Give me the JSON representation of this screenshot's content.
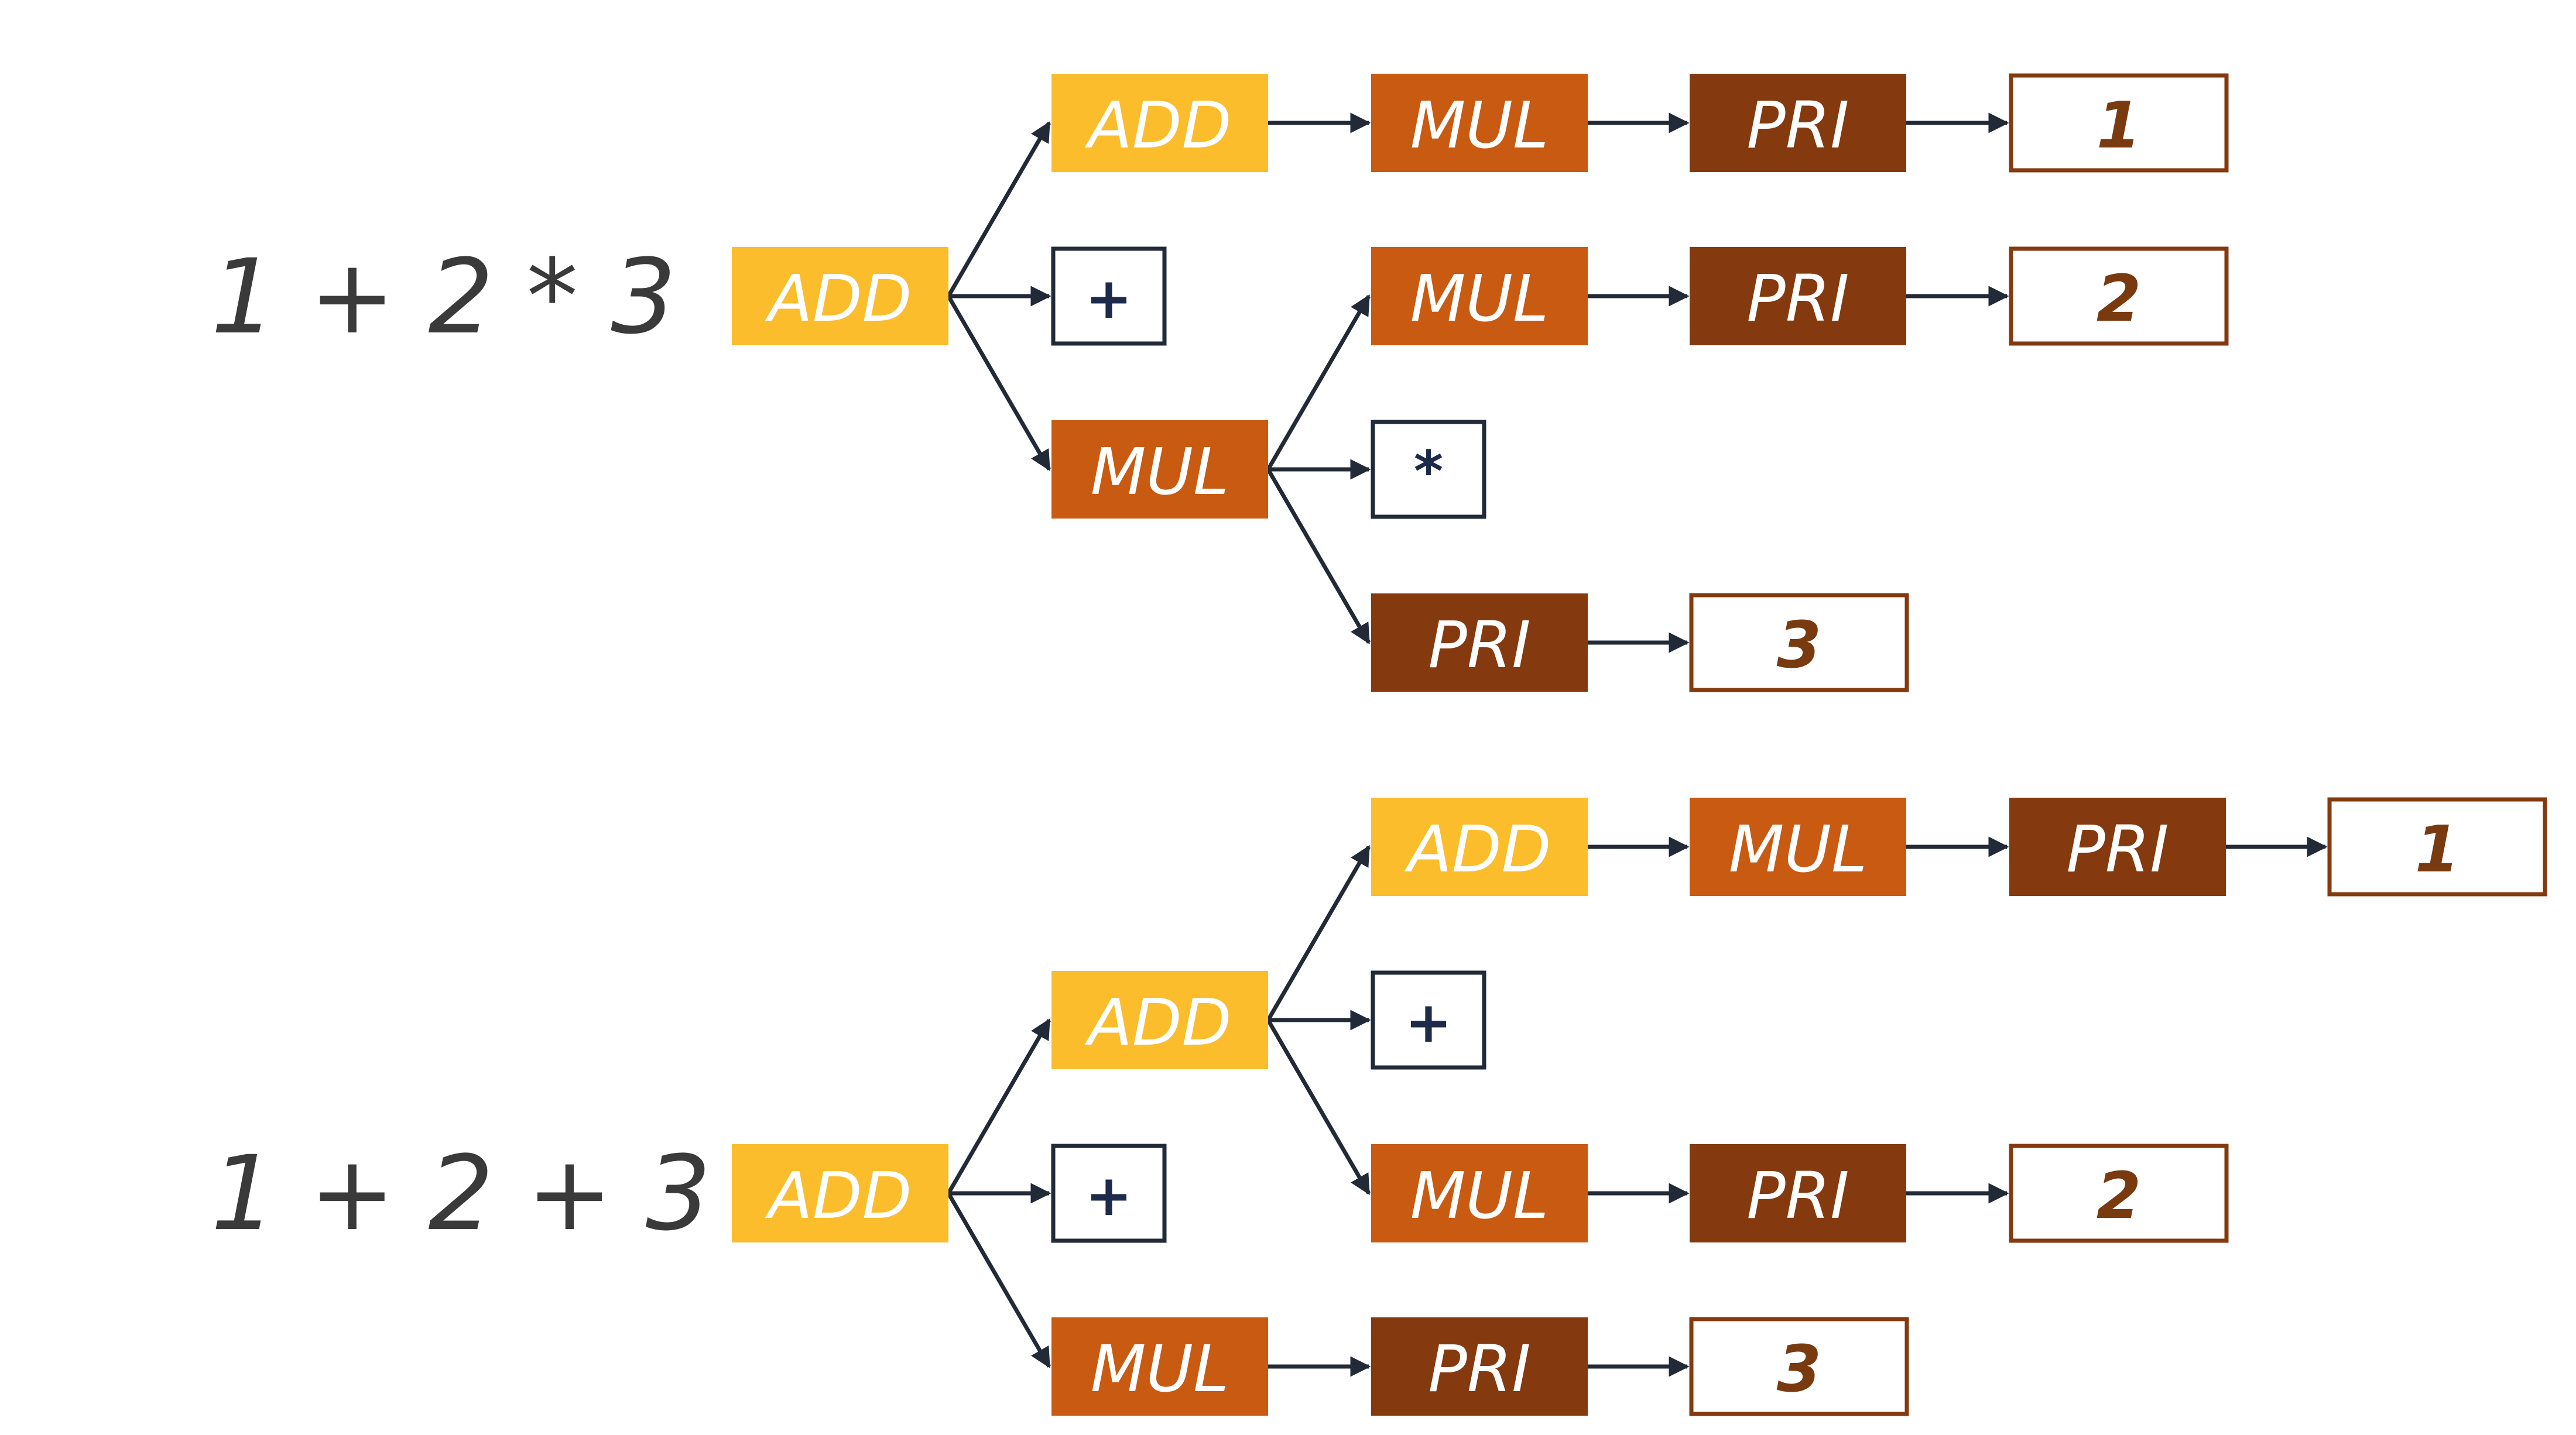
{
  "colors": {
    "ADD": "#fbbd2c",
    "MUL": "#c85a12",
    "PRI": "#84390e",
    "value_border": "#84390e",
    "value_text": "#7a3a10",
    "op_border": "#222a38",
    "op_text": "#1e2a4a",
    "edge": "#222a38"
  },
  "trees": [
    {
      "expression": "1 + 2 * 3",
      "nodes": [
        {
          "id": "a1",
          "kind": "ADD",
          "label": "ADD",
          "col": 0,
          "row": 1
        },
        {
          "id": "a2",
          "kind": "ADD",
          "label": "ADD",
          "col": 1,
          "row": 0
        },
        {
          "id": "m1",
          "kind": "MUL",
          "label": "MUL",
          "col": 2,
          "row": 0
        },
        {
          "id": "p1",
          "kind": "PRI",
          "label": "PRI",
          "col": 3,
          "row": 0
        },
        {
          "id": "v1",
          "kind": "VAL",
          "label": "1",
          "col": 4,
          "row": 0
        },
        {
          "id": "o1",
          "kind": "OP",
          "label": "+",
          "col": 1,
          "row": 1
        },
        {
          "id": "m2",
          "kind": "MUL",
          "label": "MUL",
          "col": 1,
          "row": 2
        },
        {
          "id": "m3",
          "kind": "MUL",
          "label": "MUL",
          "col": 2,
          "row": 1
        },
        {
          "id": "p2",
          "kind": "PRI",
          "label": "PRI",
          "col": 3,
          "row": 1
        },
        {
          "id": "v2",
          "kind": "VAL",
          "label": "2",
          "col": 4,
          "row": 1
        },
        {
          "id": "o2",
          "kind": "OP",
          "label": "*",
          "col": 2,
          "row": 2
        },
        {
          "id": "p3",
          "kind": "PRI",
          "label": "PRI",
          "col": 2,
          "row": 3
        },
        {
          "id": "v3",
          "kind": "VAL",
          "label": "3",
          "col": 3,
          "row": 3
        }
      ],
      "edges": [
        [
          "a1",
          "a2"
        ],
        [
          "a1",
          "o1"
        ],
        [
          "a1",
          "m2"
        ],
        [
          "a2",
          "m1"
        ],
        [
          "m1",
          "p1"
        ],
        [
          "p1",
          "v1"
        ],
        [
          "m2",
          "m3"
        ],
        [
          "m2",
          "o2"
        ],
        [
          "m2",
          "p3"
        ],
        [
          "m3",
          "p2"
        ],
        [
          "p2",
          "v2"
        ],
        [
          "p3",
          "v3"
        ]
      ]
    },
    {
      "expression": "1 + 2 + 3",
      "nodes": [
        {
          "id": "a1",
          "kind": "ADD",
          "label": "ADD",
          "col": 0,
          "row": 2
        },
        {
          "id": "a2",
          "kind": "ADD",
          "label": "ADD",
          "col": 1,
          "row": 1
        },
        {
          "id": "a3",
          "kind": "ADD",
          "label": "ADD",
          "col": 2,
          "row": 0
        },
        {
          "id": "m1",
          "kind": "MUL",
          "label": "MUL",
          "col": 3,
          "row": 0
        },
        {
          "id": "p1",
          "kind": "PRI",
          "label": "PRI",
          "col": 4,
          "row": 0
        },
        {
          "id": "v1",
          "kind": "VAL",
          "label": "1",
          "col": 5,
          "row": 0
        },
        {
          "id": "o1",
          "kind": "OP",
          "label": "+",
          "col": 2,
          "row": 1
        },
        {
          "id": "m2",
          "kind": "MUL",
          "label": "MUL",
          "col": 2,
          "row": 2
        },
        {
          "id": "p2",
          "kind": "PRI",
          "label": "PRI",
          "col": 3,
          "row": 2
        },
        {
          "id": "v2",
          "kind": "VAL",
          "label": "2",
          "col": 4,
          "row": 2
        },
        {
          "id": "o2",
          "kind": "OP",
          "label": "+",
          "col": 1,
          "row": 2
        },
        {
          "id": "m3",
          "kind": "MUL",
          "label": "MUL",
          "col": 1,
          "row": 3
        },
        {
          "id": "p3",
          "kind": "PRI",
          "label": "PRI",
          "col": 2,
          "row": 3
        },
        {
          "id": "v3",
          "kind": "VAL",
          "label": "3",
          "col": 3,
          "row": 3
        }
      ],
      "edges": [
        [
          "a1",
          "a2"
        ],
        [
          "a1",
          "o2"
        ],
        [
          "a1",
          "m3"
        ],
        [
          "a2",
          "a3"
        ],
        [
          "a2",
          "o1"
        ],
        [
          "a2",
          "m2"
        ],
        [
          "a3",
          "m1"
        ],
        [
          "m1",
          "p1"
        ],
        [
          "p1",
          "v1"
        ],
        [
          "m2",
          "p2"
        ],
        [
          "p2",
          "v2"
        ],
        [
          "m3",
          "p3"
        ],
        [
          "p3",
          "v3"
        ]
      ]
    }
  ]
}
